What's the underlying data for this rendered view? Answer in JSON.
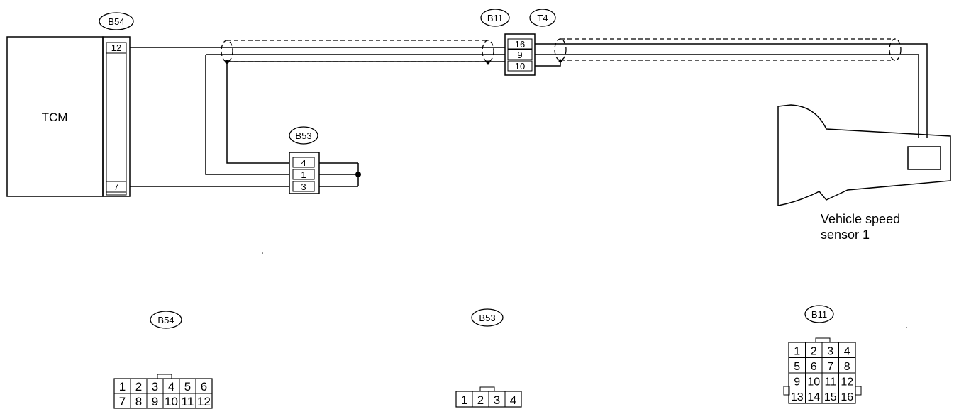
{
  "tcm": {
    "label": "TCM",
    "connector": "B54",
    "pins": [
      "12",
      "7"
    ]
  },
  "junction_connectors": {
    "b11": "B11",
    "t4": "T4",
    "pins": [
      "16",
      "9",
      "10"
    ]
  },
  "b53_connector": {
    "label": "B53",
    "pins": [
      "4",
      "1",
      "3"
    ]
  },
  "sensor": {
    "label_line1": "Vehicle speed",
    "label_line2": "sensor 1"
  },
  "connector_faces": {
    "b54": {
      "label": "B54",
      "rows": [
        [
          "1",
          "2",
          "3",
          "4",
          "5",
          "6"
        ],
        [
          "7",
          "8",
          "9",
          "10",
          "11",
          "12"
        ]
      ]
    },
    "b53": {
      "label": "B53",
      "rows": [
        [
          "1",
          "2",
          "3",
          "4"
        ]
      ]
    },
    "b11": {
      "label": "B11",
      "rows": [
        [
          "1",
          "2",
          "3",
          "4"
        ],
        [
          "5",
          "6",
          "7",
          "8"
        ],
        [
          "9",
          "10",
          "11",
          "12"
        ],
        [
          "13",
          "14",
          "15",
          "16"
        ]
      ]
    }
  }
}
